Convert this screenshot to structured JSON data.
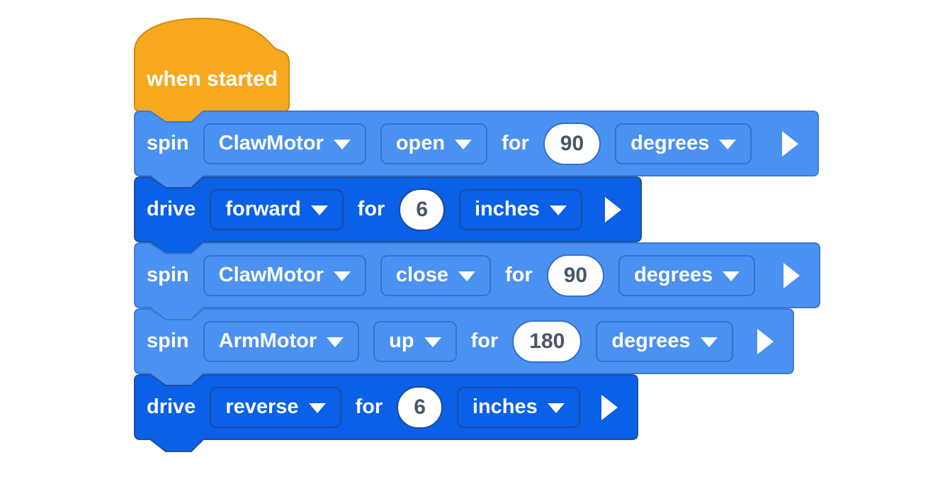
{
  "colors": {
    "canvas_bg": "#ffffff",
    "hat_fill": "#F8A81E",
    "hat_stroke": "#D18A0E",
    "spin_fill": "#4B91F1",
    "spin_stroke": "#3A78D1",
    "spin_dd_border": "#3470C9",
    "drive_fill": "#0A60E6",
    "drive_stroke": "#1E4E9E",
    "drive_dd_border": "#1C4A9B",
    "oval_fill": "#FFFFFF",
    "oval_text": "#475669",
    "text_color": "#FFFFFF"
  },
  "blocks": [
    {
      "type": "hat",
      "label": "when started"
    },
    {
      "type": "spin",
      "label": "spin",
      "motor": "ClawMotor",
      "direction": "open",
      "for_label": "for",
      "value": "90",
      "unit": "degrees"
    },
    {
      "type": "drive",
      "label": "drive",
      "direction": "forward",
      "for_label": "for",
      "value": "6",
      "unit": "inches"
    },
    {
      "type": "spin",
      "label": "spin",
      "motor": "ClawMotor",
      "direction": "close",
      "for_label": "for",
      "value": "90",
      "unit": "degrees"
    },
    {
      "type": "spin",
      "label": "spin",
      "motor": "ArmMotor",
      "direction": "up",
      "for_label": "for",
      "value": "180",
      "unit": "degrees"
    },
    {
      "type": "drive",
      "label": "drive",
      "direction": "reverse",
      "for_label": "for",
      "value": "6",
      "unit": "inches"
    }
  ]
}
